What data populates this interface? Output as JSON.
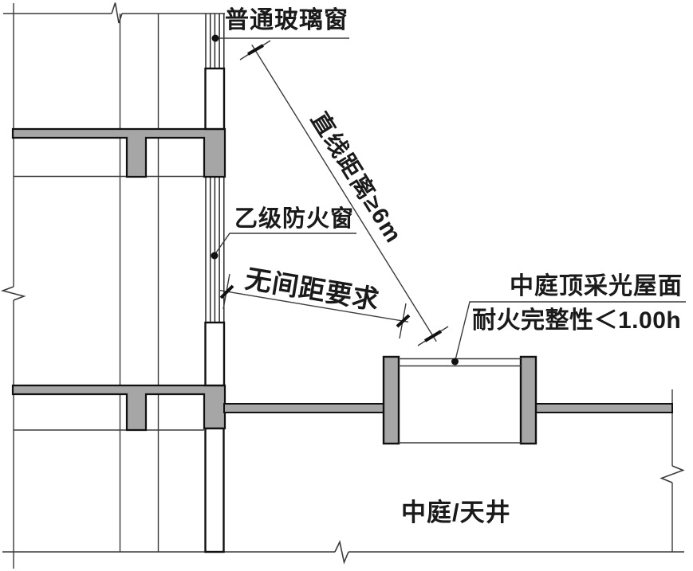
{
  "diagram": {
    "type": "architectural-fire-safety-section-detail",
    "labels": {
      "ordinary_glass_window": "普通玻璃窗",
      "straight_line_distance": "直线距离≥6m",
      "class_b_fire_window": "乙级防火窗",
      "no_spacing_requirement": "无间距要求",
      "atrium_roof_line1": "中庭顶采光屋面",
      "atrium_roof_line2": "耐火完整性＜1.00h",
      "atrium_courtyard": "中庭/天井"
    },
    "colors": {
      "background": "#ffffff",
      "thin_line": "#3a3a3a",
      "outline": "#111111",
      "concrete_fill": "#a6a6a6",
      "text": "#1a1a1a"
    }
  }
}
